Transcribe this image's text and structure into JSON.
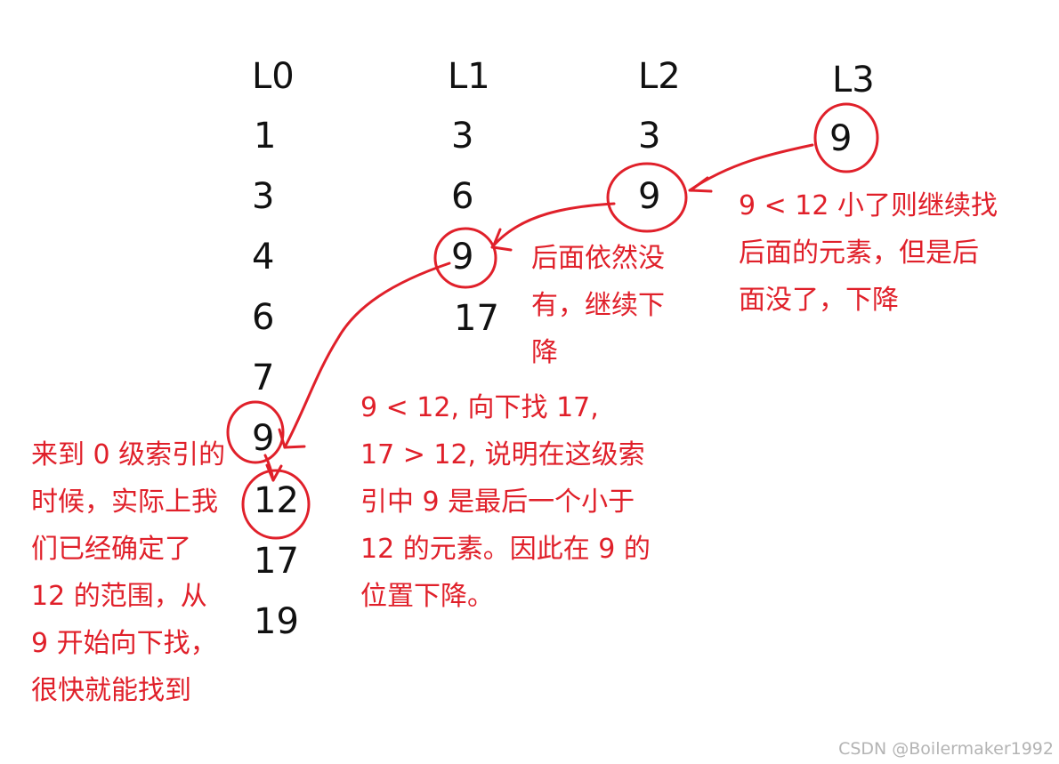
{
  "levels": [
    {
      "name": "L0",
      "values": [
        "1",
        "3",
        "4",
        "6",
        "7",
        "9",
        "12",
        "17",
        "19"
      ]
    },
    {
      "name": "L1",
      "values": [
        "3",
        "6",
        "9",
        "17"
      ]
    },
    {
      "name": "L2",
      "values": [
        "3",
        "9"
      ]
    },
    {
      "name": "L3",
      "values": [
        "9"
      ]
    }
  ],
  "notes": {
    "l3": [
      "9 < 12 小了则继续找",
      "后面的元素，但是后",
      "面没了，下降"
    ],
    "l2": [
      "后面依然没",
      "有，继续下",
      "降"
    ],
    "l1": [
      "9 < 12, 向下找 17,",
      "17 > 12, 说明在这级索",
      "引中 9 是最后一个小于",
      "12 的元素。因此在 9 的",
      "位置下降。"
    ],
    "l0": [
      "来到 0 级索引的",
      "时候，实际上我",
      "们已经确定了",
      "12 的范围，从",
      "9 开始向下找，",
      "很快就能找到"
    ]
  },
  "watermark": "CSDN @Boilermaker1992",
  "colors": {
    "annotation": "#e0202a",
    "text": "#111111",
    "watermark": "#b4b4b4"
  }
}
